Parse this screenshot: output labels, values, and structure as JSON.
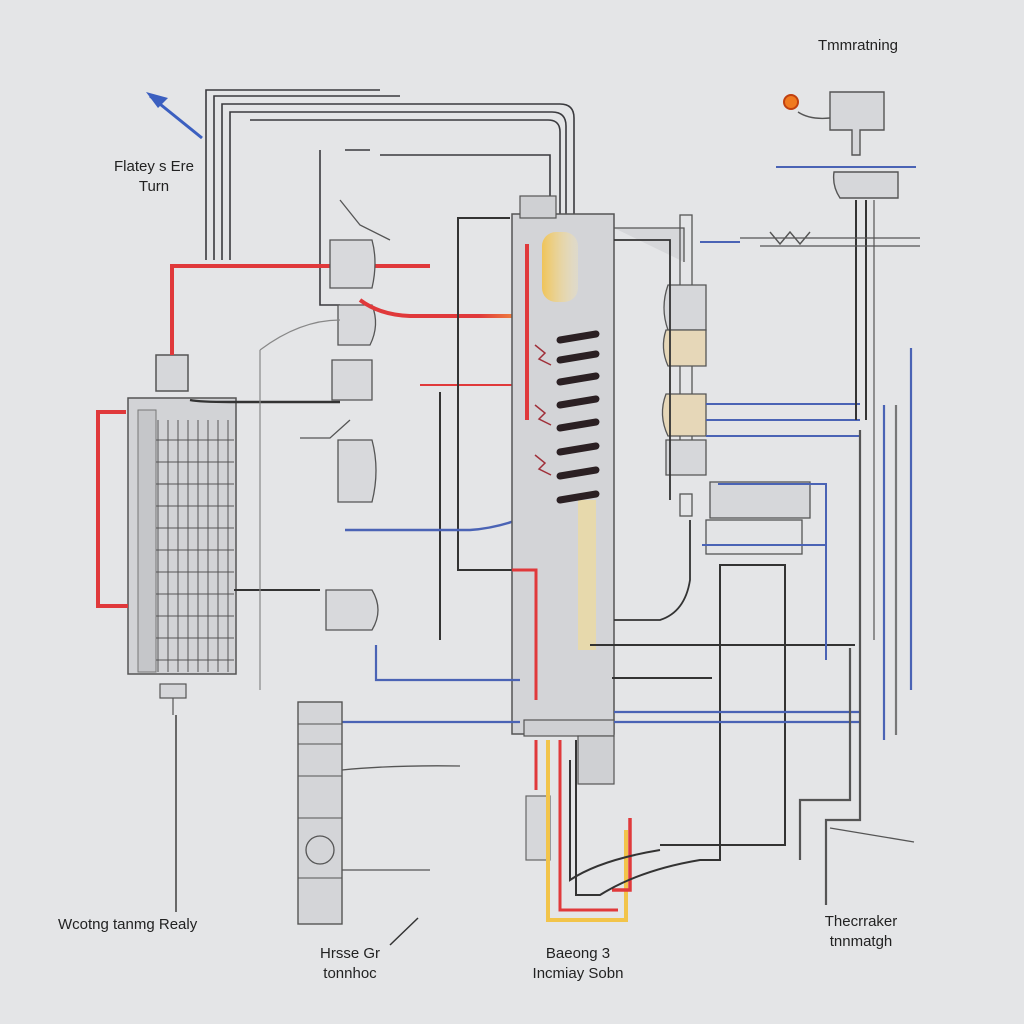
{
  "labels": {
    "top_right": "Tmmratning",
    "top_left": [
      "Flatey s Ere",
      "Turn"
    ],
    "bottom_left": "Wcotng tanmg Realy",
    "bottom_mid_left": [
      "Hrsse Gr",
      "tonnhoc"
    ],
    "bottom_center": [
      "Baeong 3",
      "Incmiay Sobn"
    ],
    "bottom_right": [
      "Thecrraker",
      "tnnmatgh"
    ]
  },
  "colors": {
    "background": "#e4e5e7",
    "wire_dark": "#3a3a3e",
    "wire_red": "#e0393b",
    "wire_blue": "#4a63b5",
    "accent_yellow": "#f2c44a",
    "indicator_orange": "#f07a20"
  },
  "icons": {
    "arrow": "pointer-arrow-icon",
    "indicator": "indicator-light-icon",
    "heatsink": "heatsink-fins-icon",
    "relay": "relay-block-icon"
  }
}
